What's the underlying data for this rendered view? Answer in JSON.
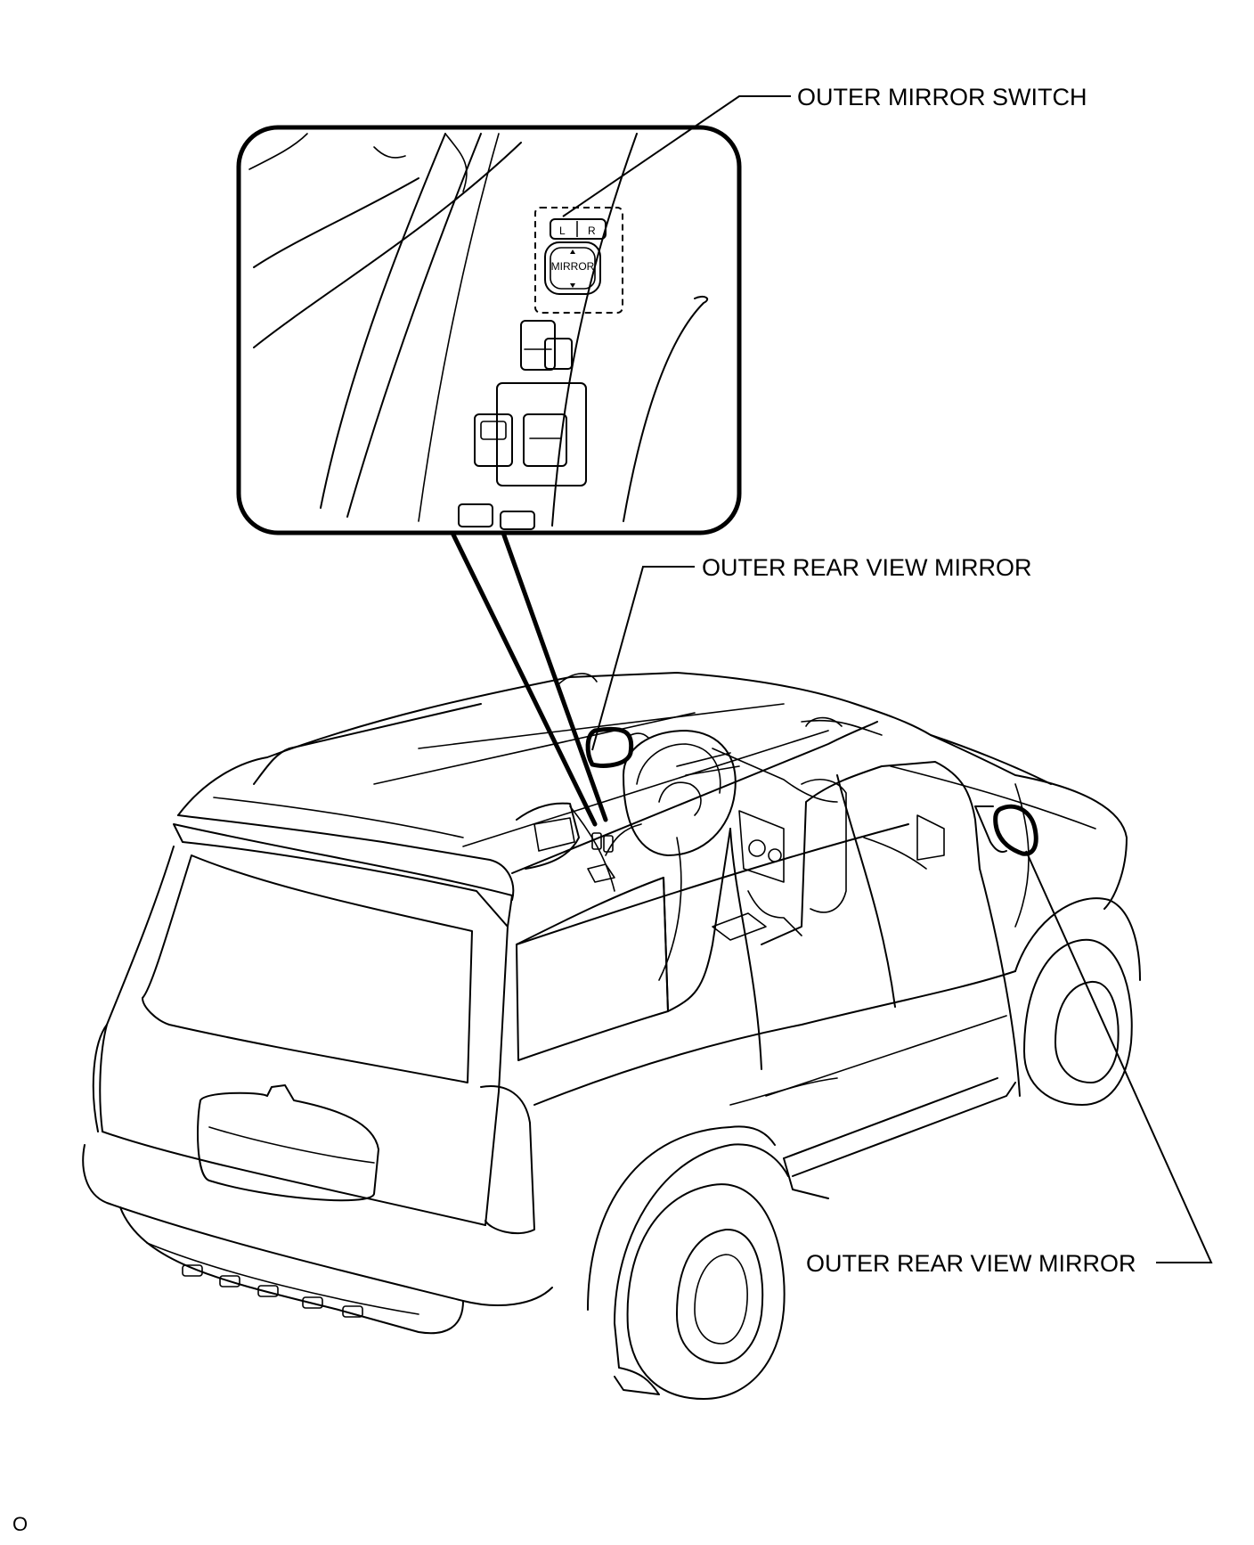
{
  "labels": {
    "outer_mirror_switch": "OUTER MIRROR SWITCH",
    "outer_rear_view_mirror_left": "OUTER REAR VIEW MIRROR",
    "outer_rear_view_mirror_right": "OUTER REAR VIEW MIRROR",
    "corner_mark": "O"
  },
  "switch_text": {
    "left": "L",
    "right": "R",
    "mirror": "MIRROR"
  }
}
